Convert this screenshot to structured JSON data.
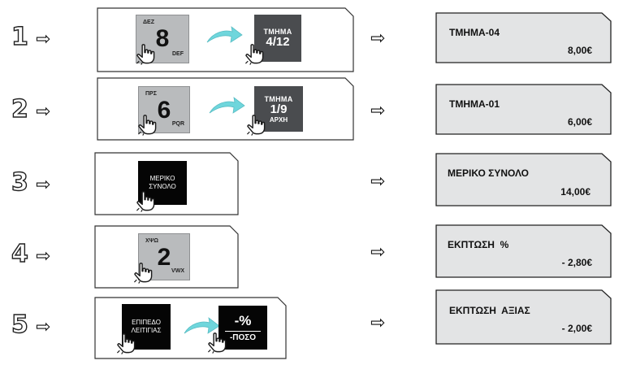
{
  "steps": [
    {
      "number": "1",
      "keys": [
        {
          "kind": "numeric",
          "letters_top": "ΔΕΖ",
          "digit": "8",
          "letters_bottom": "DEF"
        },
        {
          "kind": "department",
          "line1": "ΤΜΗΜΑ",
          "line2": "4/12",
          "line3": ""
        }
      ],
      "display": {
        "label": "ΤΜΗΜΑ-04",
        "value": "8,00€"
      }
    },
    {
      "number": "2",
      "keys": [
        {
          "kind": "numeric",
          "letters_top": "ΠΡΣ",
          "digit": "6",
          "letters_bottom": "PQR"
        },
        {
          "kind": "department",
          "line1": "ΤΜΗΜΑ",
          "line2": "1/9",
          "line3": "ΑΡΧΗ"
        }
      ],
      "display": {
        "label": "ΤΜΗΜΑ-01",
        "value": "6,00€"
      }
    },
    {
      "number": "3",
      "keys": [
        {
          "kind": "black",
          "line1": "ΜΕΡΙΚΟ",
          "line2": "ΣΥΝΟΛΟ"
        }
      ],
      "display": {
        "label": "ΜΕΡΙΚΟ ΣΥΝΟΛΟ",
        "value": "14,00€"
      }
    },
    {
      "number": "4",
      "keys": [
        {
          "kind": "numeric",
          "letters_top": "ΧΨΩ",
          "digit": "2",
          "letters_bottom": "VWX"
        }
      ],
      "display": {
        "label": "ΕΚΠΤΩΣΗ  %",
        "value": "- 2,80€"
      }
    },
    {
      "number": "5",
      "keys": [
        {
          "kind": "black",
          "line1": "ΕΠΙΠΕΔΟ",
          "line2": "ΛΕΙΤΙΓΙΑΣ"
        },
        {
          "kind": "percent",
          "top": "-%",
          "bottom": "-ΠΟΣΟ"
        }
      ],
      "display": {
        "label": "ΕΚΠΤΩΣΗ  ΑΞΙΑΣ",
        "value": "- 2,00€"
      }
    }
  ],
  "icons": {
    "pointer": "pointing-hand-icon",
    "arrow": "outline-right-arrow-icon",
    "transition": "curved-arrow-icon"
  },
  "colors": {
    "display_fill": "#e3e4e5",
    "key_gray": "#b9bbbd",
    "key_dark": "#4a4c4f",
    "key_black": "#050505",
    "swoosh": "#6fd6dc"
  }
}
